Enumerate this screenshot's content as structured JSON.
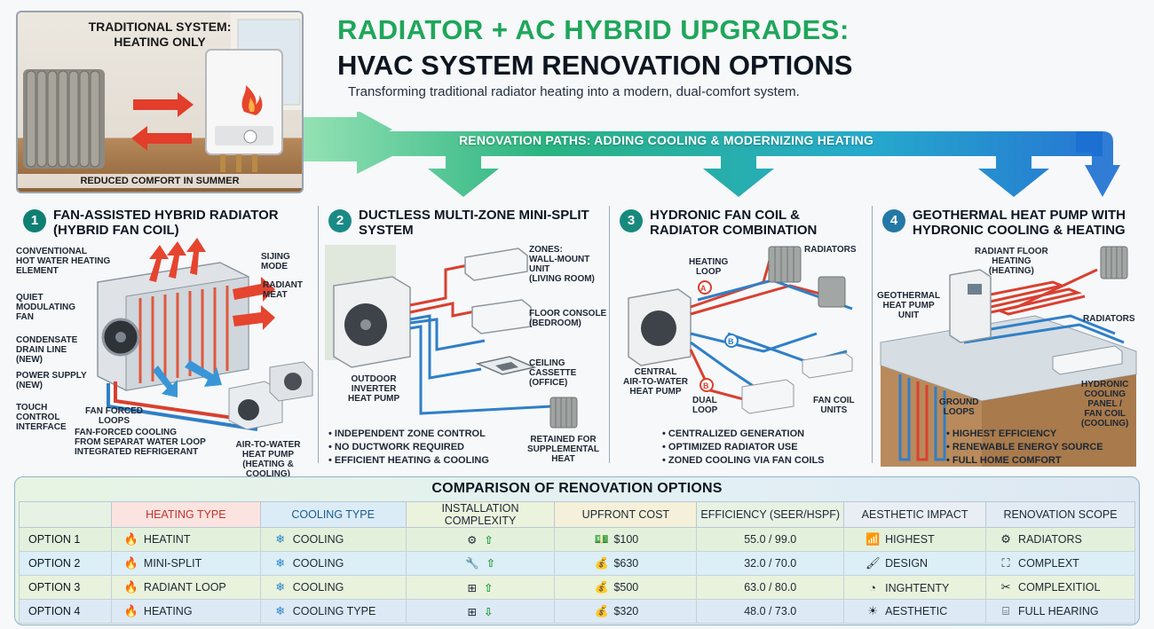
{
  "hero": {
    "title_line1": "TRADITIONAL SYSTEM:",
    "title_line2": "HEATING ONLY",
    "footer": "REDUCED COMFORT IN SUMMER"
  },
  "header": {
    "title_line1": "RADIATOR + AC HYBRID UPGRADES:",
    "title_line2": "HVAC SYSTEM RENOVATION OPTIONS",
    "subtitle": "Transforming traditional radiator heating into a modern, dual-comfort system.",
    "band_label": "RENOVATION PATHS: ADDING COOLING & MODERNIZING HEATING"
  },
  "panels": [
    {
      "number": "1",
      "title": "FAN-ASSISTED HYBRID RADIATOR (HYBRID FAN COIL)",
      "labels": [
        "CONVENTIONAL\nHOT WATER HEATING\nELEMENT",
        "QUIET\nMODULATING\nFAN",
        "CONDENSATE\nDRAIN LINE\n(NEW)",
        "POWER SUPPLY\n(NEW)",
        "TOUCH\nCONTROL\nINTERFACE",
        "SIJING\nMODE",
        "RADIANT\nMEAT",
        "FAN FORCED\nLOOPS",
        "FAN-FORCED COOLING\nFROM SEPARAT WATER LOOP\nINTEGRATED REFRIGERANT",
        "AIR-TO-WATER\nHEAT PUMP\n(HEATING & COOLING)"
      ]
    },
    {
      "number": "2",
      "title": "DUCTLESS MULTI-ZONE MINI-SPLIT SYSTEM",
      "labels": [
        "ZONES:\nWALL-MOUNT\nUNIT\n(LIVING ROOM)",
        "FLOOR CONSOLE\n(BEDROOM)",
        "CEILING\nCASSETTE\n(OFFICE)",
        "OUTDOOR\nINVERTER\nHEAT PUMP",
        "RETAINED FOR\nSUPPLEMENTAL\nHEAT"
      ],
      "bullets": [
        "INDEPENDENT ZONE CONTROL",
        "NO DUCTWORK REQUIRED",
        "EFFICIENT HEATING & COOLING"
      ]
    },
    {
      "number": "3",
      "title": "HYDRONIC FAN COIL & RADIATOR COMBINATION",
      "labels": [
        "HEATING\nLOOP",
        "RADIATORS",
        "CENTRAL\nAIR-TO-WATER\nHEAT PUMP",
        "DUAL\nLOOP",
        "FAN COIL\nUNITS"
      ],
      "markers": [
        "A",
        "B",
        "B"
      ],
      "bullets": [
        "CENTRALIZED GENERATION",
        "OPTIMIZED RADIATOR USE",
        "ZONED COOLING VIA FAN COILS"
      ]
    },
    {
      "number": "4",
      "title": "GEOTHERMAL HEAT PUMP WITH HYDRONIC COOLING & HEATING",
      "labels": [
        "RADIANT FLOOR\nHEATING\n(HEATING)",
        "GEOTHERMAL\nHEAT PUMP\nUNIT",
        "RADIATORS",
        "HYDRONIC\nCOOLING\nPANEL /\nFAN COIL\n(COOLING)",
        "GROUND\nLOOPS"
      ],
      "bullets": [
        "HIGHEST EFFICIENCY",
        "RENEWABLE ENERGY SOURCE",
        "FULL HOME COMFORT"
      ]
    }
  ],
  "comparison": {
    "title": "COMPARISON OF RENOVATION OPTIONS",
    "columns": [
      "HEATING TYPE",
      "COOLING TYPE",
      "INSTALLATION COMPLEXITY",
      "UPFRONT COST",
      "EFFICIENCY (SEER/HSPF)",
      "AESTHETIC IMPACT",
      "RENOVATION SCOPE"
    ],
    "rows": [
      {
        "option": "OPTION 1",
        "heating": "HEATINT",
        "cooling": "COOLING",
        "cost": "$100",
        "efficiency": "55.0 / 99.0",
        "aesthetic": "HIGHEST",
        "scope": "RADIATORS"
      },
      {
        "option": "OPTION 2",
        "heating": "MINI-SPLIT",
        "cooling": "COOLING",
        "cost": "$630",
        "efficiency": "32.0 / 70.0",
        "aesthetic": "DESIGN",
        "scope": "COMPLEXT"
      },
      {
        "option": "OPTION 3",
        "heating": "RADIANT LOOP",
        "cooling": "COOLING",
        "cost": "$500",
        "efficiency": "63.0 / 80.0",
        "aesthetic": "INGHTENTY",
        "scope": "COMPLEXITIOL"
      },
      {
        "option": "OPTION 4",
        "heating": "HEATING",
        "cooling": "COOLING TYPE",
        "cost": "$320",
        "efficiency": "48.0 / 73.0",
        "aesthetic": "AESTHETIC",
        "scope": "FULL HEARING"
      }
    ]
  },
  "icons": {
    "heating": "flame-icon",
    "cooling": "snowflake-icon",
    "complexity": [
      "gear-icon",
      "wrench-icon",
      "network-icon",
      "network-icon"
    ],
    "complexity_trend": [
      "arrow-up-icon",
      "arrow-up-icon",
      "arrow-up-icon",
      "arrow-down-icon"
    ],
    "cost": "money-icon",
    "aesthetic": [
      "bar-chart-icon",
      "brush-icon",
      "gauge-icon",
      "sun-icon"
    ],
    "scope": [
      "gears-icon",
      "frame-icon",
      "tools-icon",
      "stairs-icon"
    ]
  },
  "colors": {
    "title_green": "#1fa65a",
    "heat_red": "#d9402f",
    "cool_blue": "#2b86c9",
    "accent_teal": "#0f7f73"
  }
}
